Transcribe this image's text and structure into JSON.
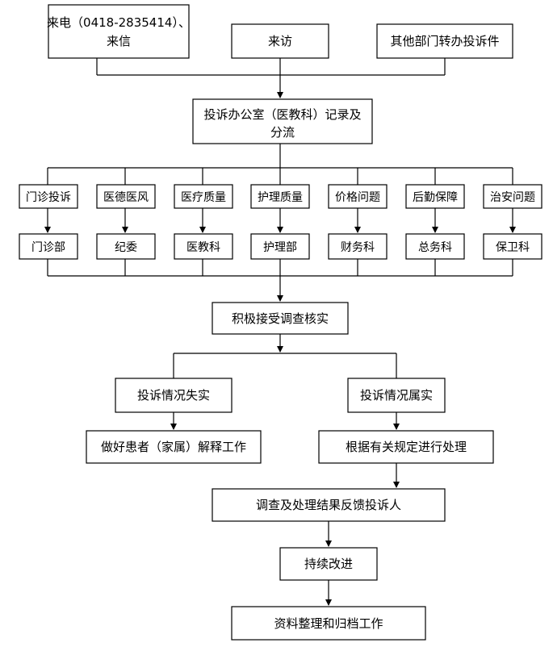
{
  "sources": {
    "phone_line1": "来电（0418-2835414）、",
    "phone_line2": "来信",
    "visit": "来访",
    "transfer": "其他部门转办投诉件"
  },
  "office": {
    "line1": "投诉办公室（医教科）记录及",
    "line2": "分流"
  },
  "categories": [
    {
      "issue": "门诊投诉",
      "dept": "门诊部"
    },
    {
      "issue": "医德医风",
      "dept": "纪委"
    },
    {
      "issue": "医疗质量",
      "dept": "医教科"
    },
    {
      "issue": "护理质量",
      "dept": "护理部"
    },
    {
      "issue": "价格问题",
      "dept": "财务科"
    },
    {
      "issue": "后勤保障",
      "dept": "总务科"
    },
    {
      "issue": "治安问题",
      "dept": "保卫科"
    }
  ],
  "investigate": "积极接受调查核实",
  "not_true": "投诉情况失实",
  "is_true": "投诉情况属实",
  "explain": "做好患者（家属）解释工作",
  "handle": "根据有关规定进行处理",
  "feedback": "调查及处理结果反馈投诉人",
  "improve": "持续改进",
  "archive": "资料整理和归档工作"
}
